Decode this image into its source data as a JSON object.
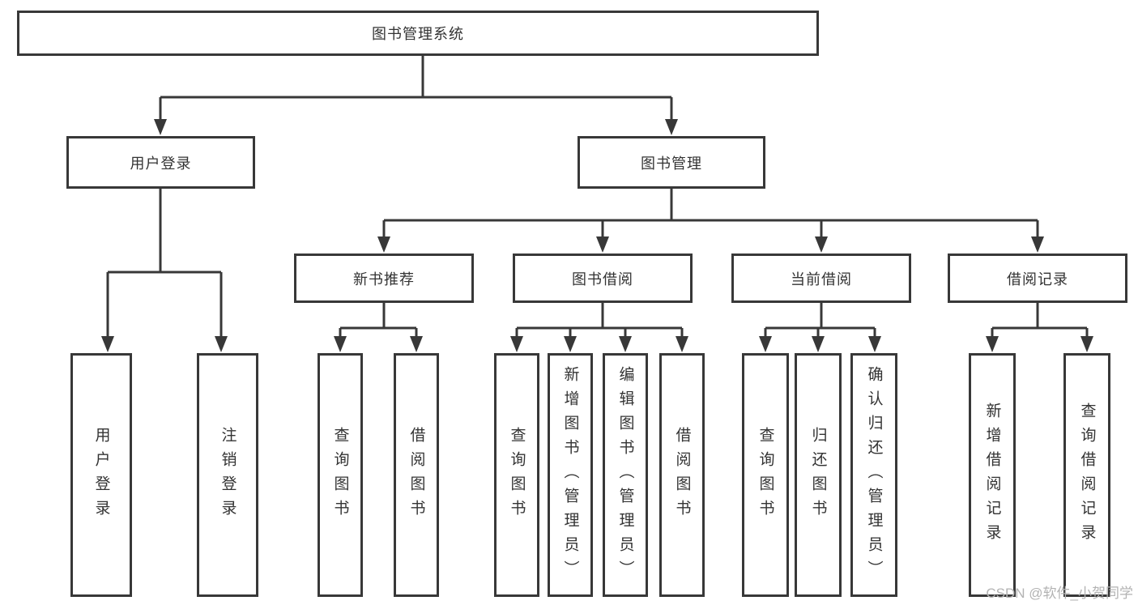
{
  "tree": {
    "root": {
      "label": "图书管理系统"
    },
    "branches": [
      {
        "label": "用户登录",
        "children": [
          {
            "label": "用户登录"
          },
          {
            "label": "注销登录"
          }
        ]
      },
      {
        "label": "图书管理",
        "children": [
          {
            "label": "新书推荐",
            "children": [
              {
                "label": "查询图书"
              },
              {
                "label": "借阅图书"
              }
            ]
          },
          {
            "label": "图书借阅",
            "children": [
              {
                "label": "查询图书"
              },
              {
                "label": "新增图书（管理员）"
              },
              {
                "label": "编辑图书（管理员）"
              },
              {
                "label": "借阅图书"
              }
            ]
          },
          {
            "label": "当前借阅",
            "children": [
              {
                "label": "查询图书"
              },
              {
                "label": "归还图书"
              },
              {
                "label": "确认归还（管理员）"
              }
            ]
          },
          {
            "label": "借阅记录",
            "children": [
              {
                "label": "新增借阅记录"
              },
              {
                "label": "查询借阅记录"
              }
            ]
          }
        ]
      }
    ]
  },
  "watermark": {
    "text": "CSDN @软件_小贺同学"
  },
  "colors": {
    "line": "#383838",
    "text": "#333333",
    "background": "#ffffff",
    "watermark": "#b3b3b3"
  }
}
